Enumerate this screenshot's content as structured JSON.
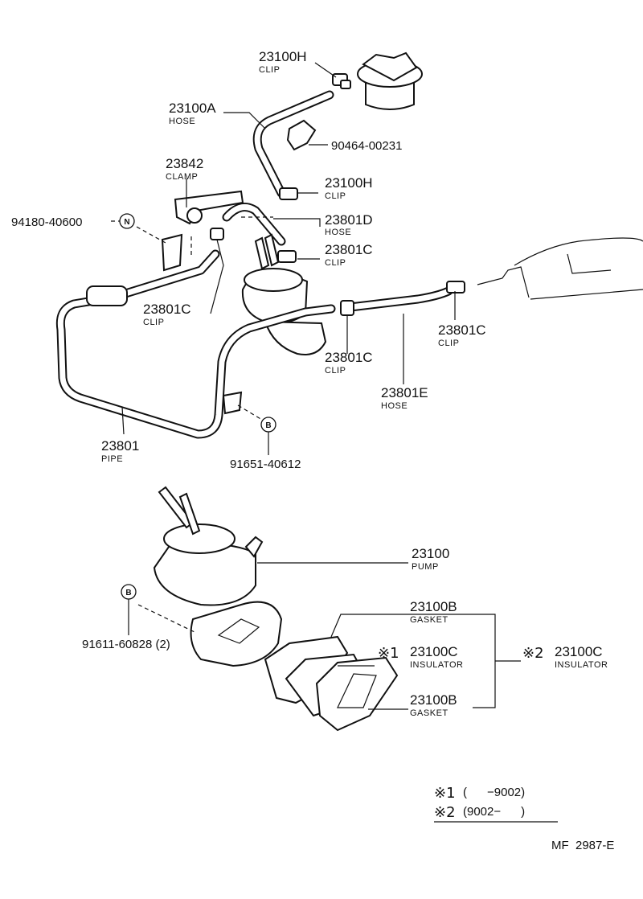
{
  "callouts": [
    {
      "part": "23100H",
      "name": "CLIP"
    },
    {
      "part": "23100A",
      "name": "HOSE"
    },
    {
      "part": "90464-00231",
      "name": ""
    },
    {
      "part": "23842",
      "name": "CLAMP"
    },
    {
      "part": "23100H",
      "name": "CLIP"
    },
    {
      "part": "94180-40600",
      "name": ""
    },
    {
      "part": "23801D",
      "name": "HOSE"
    },
    {
      "part": "23801C",
      "name": "CLIP"
    },
    {
      "part": "23801C",
      "name": "CLIP"
    },
    {
      "part": "23801C",
      "name": "CLIP"
    },
    {
      "part": "23801C",
      "name": "CLIP"
    },
    {
      "part": "23801E",
      "name": "HOSE"
    },
    {
      "part": "23801",
      "name": "PIPE"
    },
    {
      "part": "91651-40612",
      "name": ""
    },
    {
      "part": "23100",
      "name": "PUMP"
    },
    {
      "part": "91611-60828 (2)",
      "name": ""
    },
    {
      "part": "23100B",
      "name": "GASKET"
    },
    {
      "part": "23100C",
      "name": "INSULATOR"
    },
    {
      "part": "23100B",
      "name": "GASKET"
    },
    {
      "part": "23100C",
      "name": "INSULATOR"
    }
  ],
  "markers": {
    "n": "N",
    "b": "B"
  },
  "variants": {
    "v1": "※1",
    "v2": "※2"
  },
  "legend": [
    {
      "mark": "※1",
      "range": "(      −9002)"
    },
    {
      "mark": "※2",
      "range": "(9002−      )"
    }
  ],
  "footer": "MF  2987-E"
}
